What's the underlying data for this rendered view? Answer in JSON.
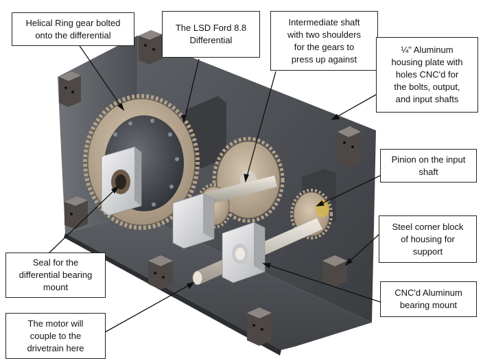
{
  "callouts": {
    "helical_ring_gear": "Helical Ring gear bolted\nonto the differential",
    "lsd_differential": "The LSD Ford 8.8\nDifferential",
    "intermediate_shaft": "Intermediate shaft\nwith two shoulders\nfor the gears to\npress up against",
    "aluminum_plate": "¼\" Aluminum\nhousing plate with\nholes CNC'd for\nthe bolts, output,\nand input shafts",
    "pinion": "Pinion on the input\nshaft",
    "corner_block": "Steel corner block\nof housing for\nsupport",
    "seal": "Seal for the\ndifferential bearing\nmount",
    "bearing_mount": "CNC'd Aluminum\nbearing mount",
    "motor": "The motor will\ncouple to the\ndrivetrain here"
  },
  "colors": {
    "housing_plate": "#4a4d52",
    "gear": "#c9b49a",
    "aluminum": "#d8d9db",
    "steel_block": "#5a5450",
    "shaft": "#dcd6cc"
  }
}
